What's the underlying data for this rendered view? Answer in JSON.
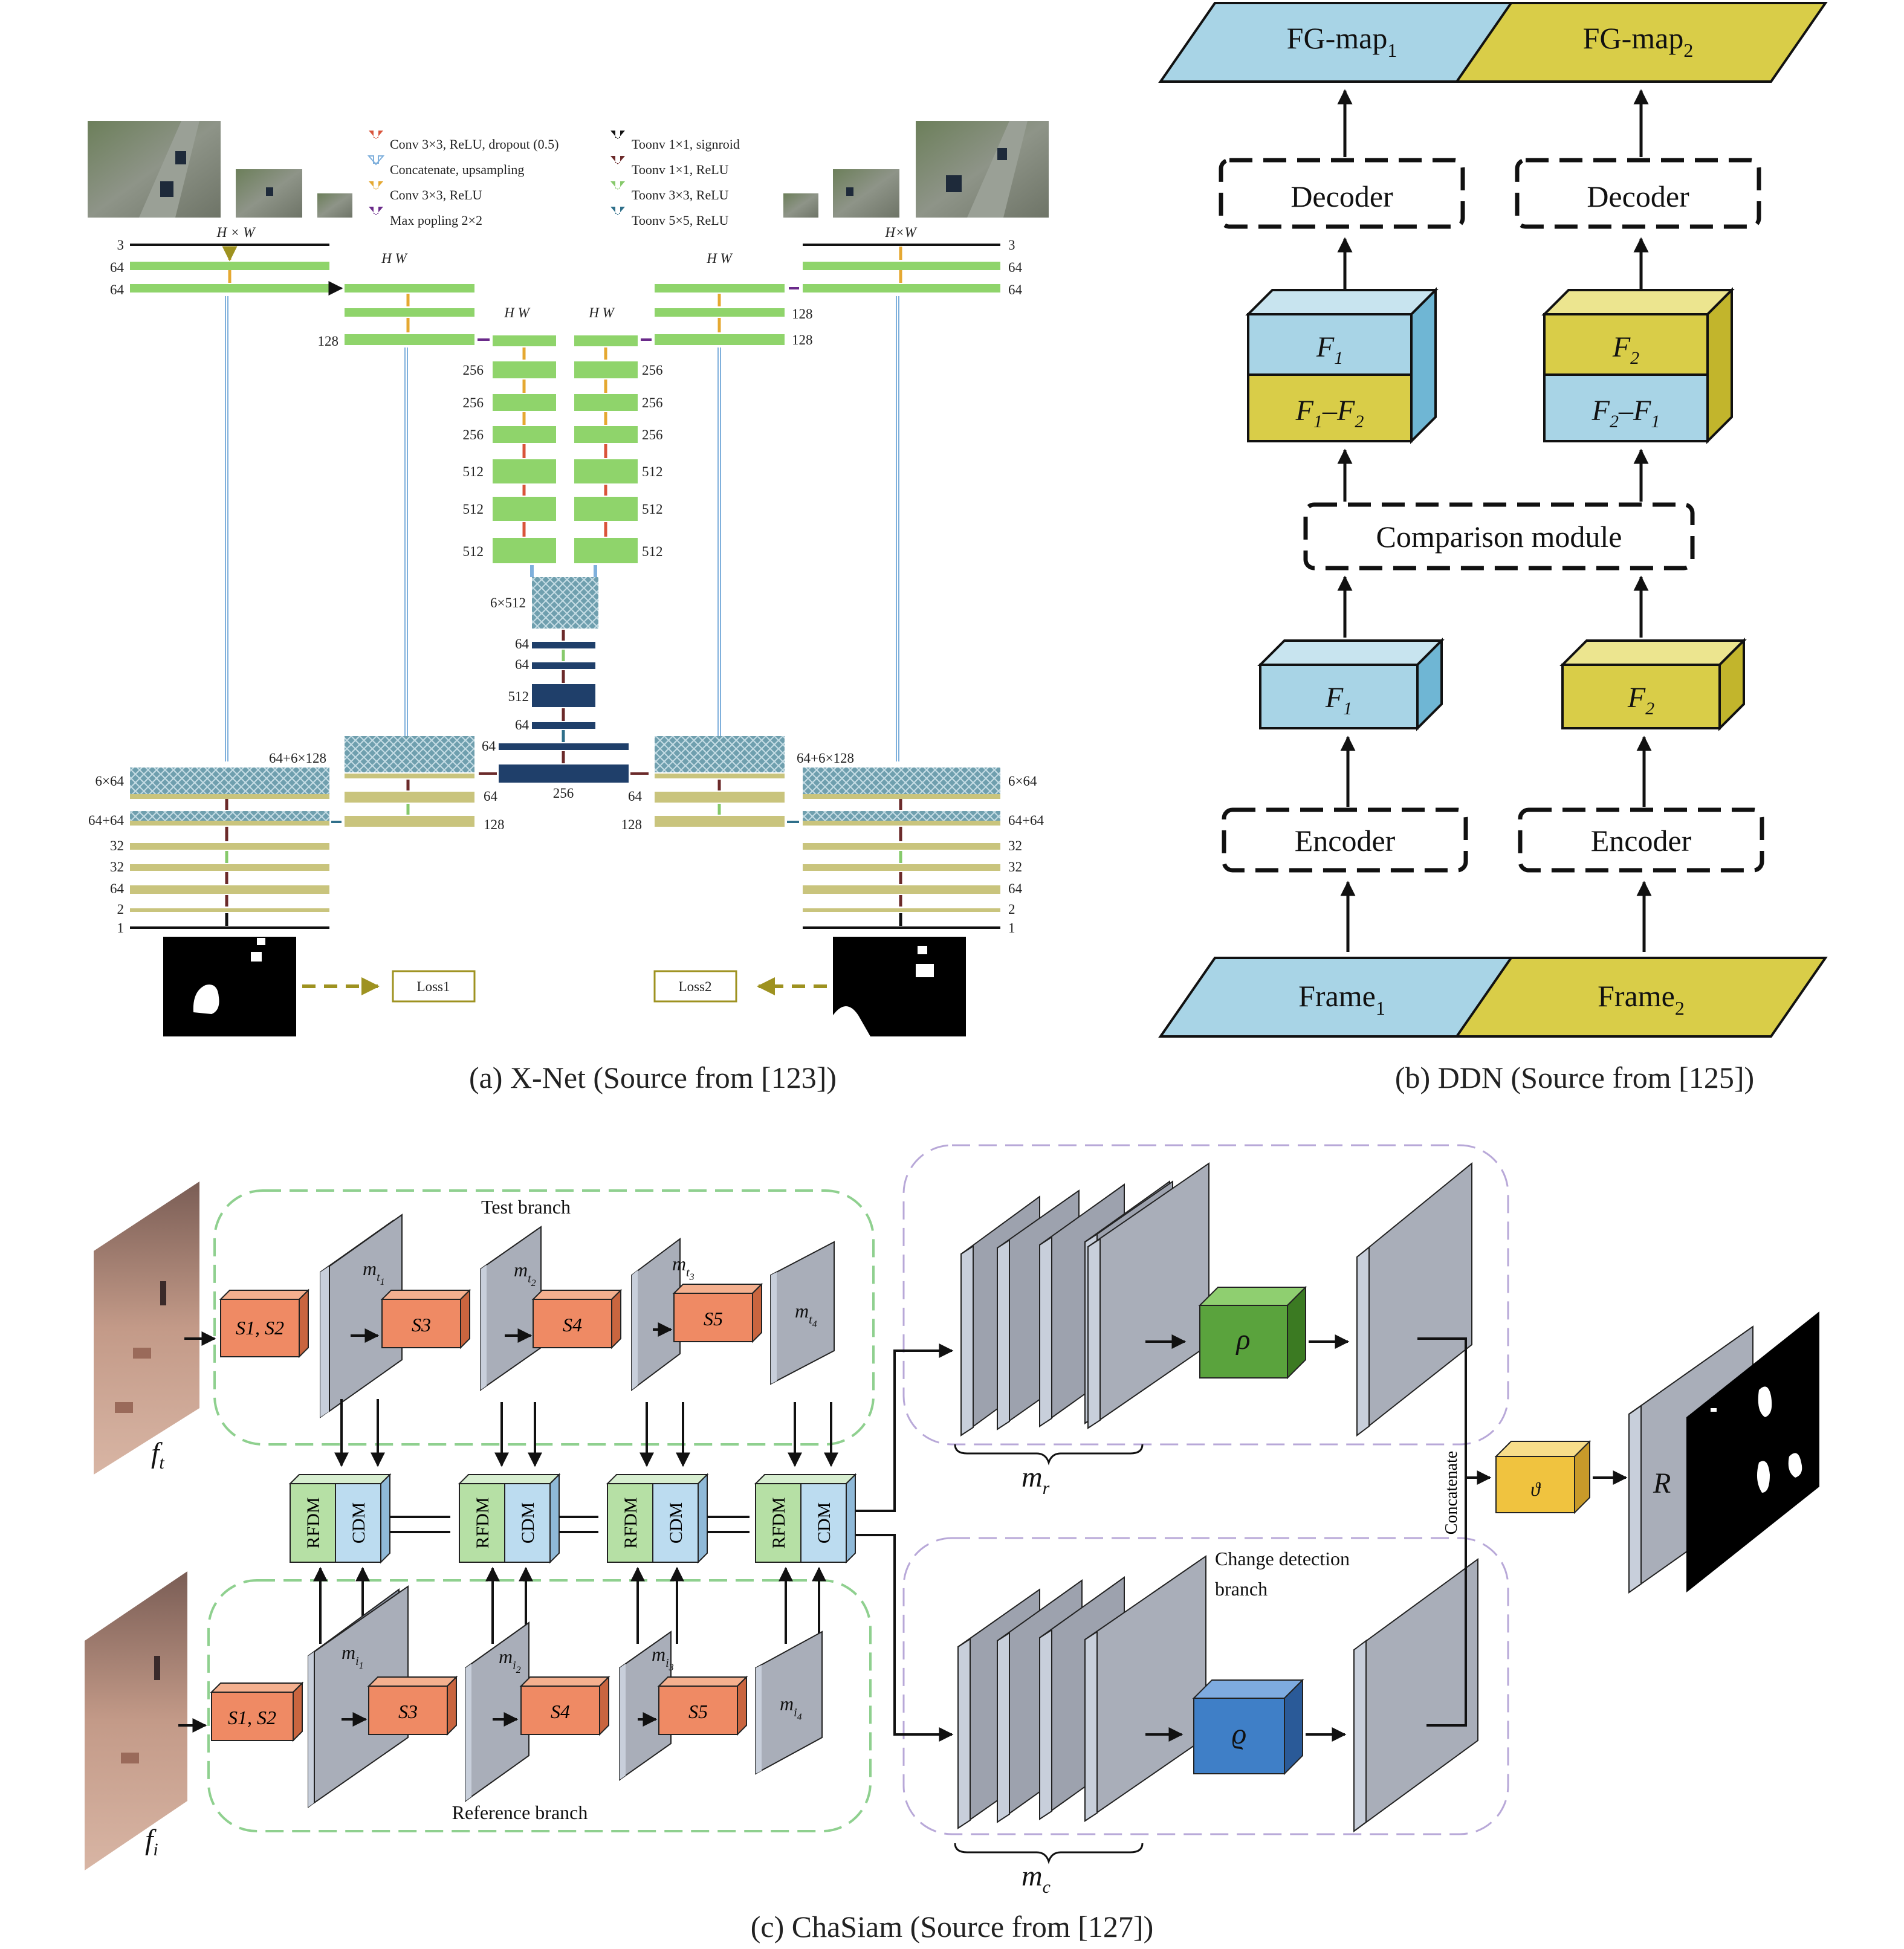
{
  "captions": {
    "a": "(a) X-Net (Source from [123])",
    "b": "(b) DDN (Source from [125])",
    "c": "(c) ChaSiam (Source from [127])"
  },
  "xnet": {
    "legend": [
      {
        "color": "#d9543b",
        "text": "Conv 3×3, ReLU, dropout (0.5)"
      },
      {
        "color": "#7fb0dc",
        "text": "Concatenate, upsampling",
        "hollow": true
      },
      {
        "color": "#e5a831",
        "text": "Conv 3×3, ReLU"
      },
      {
        "color": "#6a2a8a",
        "text": "Max popling 2×2"
      },
      {
        "color": "#111111",
        "text": "Toonv 1×1, signroid"
      },
      {
        "color": "#6b2a2a",
        "text": "Toonv 1×1, ReLU"
      },
      {
        "color": "#86c96b",
        "text": "Toonv 3×3, ReLU"
      },
      {
        "color": "#2f6f8a",
        "text": "Toonv 5×5, ReLU"
      }
    ],
    "size_full": "H × W",
    "size_full_r": "H×W",
    "left_enc": [
      "3",
      "64",
      "64"
    ],
    "right_enc": [
      "3",
      "64",
      "64"
    ],
    "half_left": [
      "128"
    ],
    "half_right": [
      "128",
      "128"
    ],
    "center_left": [
      "256",
      "256",
      "256",
      "512",
      "512",
      "512"
    ],
    "center_right": [
      "256",
      "256",
      "256",
      "512",
      "512",
      "512"
    ],
    "fuse": "6×512",
    "bottleneck": [
      "64",
      "64",
      "512",
      "64",
      "64",
      "256"
    ],
    "left_dec": [
      "6×64",
      "64+64",
      "32",
      "32",
      "64",
      "2",
      "1"
    ],
    "right_dec": [
      "6×64",
      "64+64",
      "32",
      "32",
      "64",
      "2",
      "1"
    ],
    "left_cat": "64+6×128",
    "right_cat": "64+6×128",
    "mid_left": [
      "64",
      "128"
    ],
    "mid_right": [
      "64",
      "128"
    ],
    "loss1": "Loss1",
    "loss2": "Loss2"
  },
  "ddn": {
    "fg1": "FG-map",
    "fg1_sub": "1",
    "fg2": "FG-map",
    "fg2_sub": "2",
    "decoder": "Decoder",
    "encoder": "Encoder",
    "comparison": "Comparison module",
    "frame": "Frame",
    "f": "F",
    "sub1": "1",
    "sub2": "2",
    "colors": {
      "blue": "#a8d4e6",
      "yellow": "#d9cd48"
    }
  },
  "chasiam": {
    "test_branch": "Test branch",
    "reference_branch": "Reference branch",
    "change_branch_1": "Change detection",
    "change_branch_2": "branch",
    "concatenate": "Concatenate",
    "stages_first": "S1, S2",
    "s3": "S3",
    "s4": "S4",
    "s5": "S5",
    "rfdm": "RFDM",
    "cdm": "CDM",
    "m": "m",
    "t": "t",
    "i": "i",
    "idx": [
      "1",
      "2",
      "3",
      "4"
    ],
    "f": "f",
    "mr_sub": "r",
    "mc_sub": "c",
    "rho": "ρ",
    "varrho": "ϱ",
    "theta": "ϑ",
    "R": "R",
    "colors": {
      "orange": "#ef8a64",
      "green": "#5aa33d",
      "blue": "#3f7fc7",
      "yellow": "#f0c33f",
      "map": "#a9aeb9"
    }
  }
}
